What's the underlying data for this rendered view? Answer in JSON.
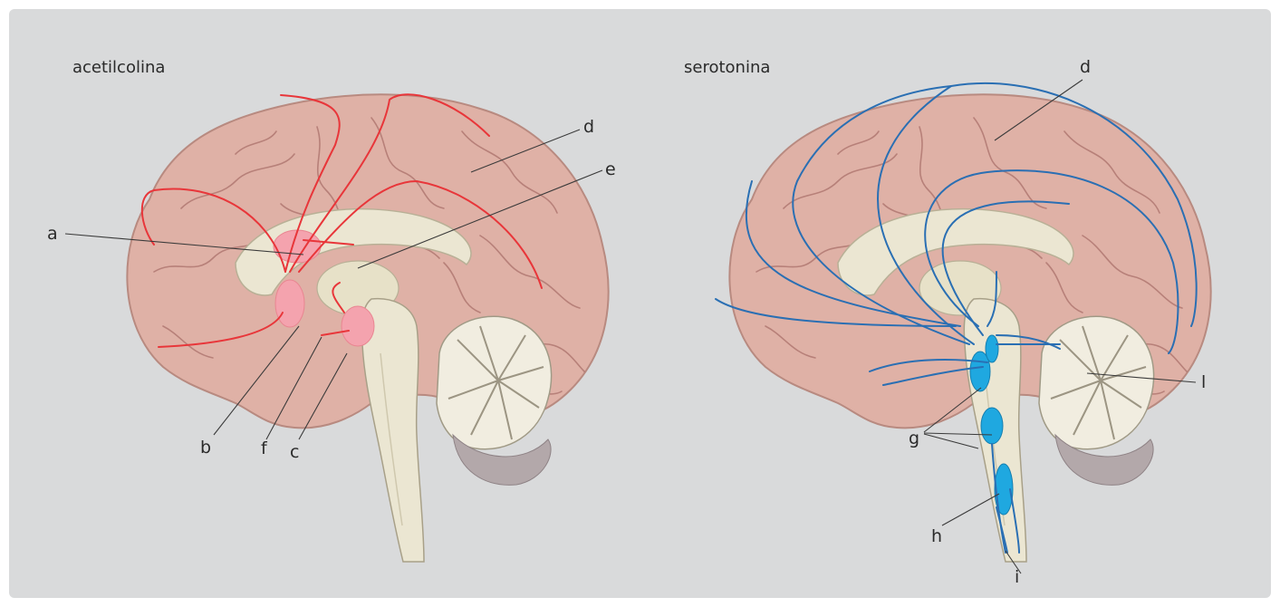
{
  "panels": [
    {
      "title": "acetilcolina",
      "labels": {
        "a": "a",
        "b": "b",
        "c": "c",
        "d": "d",
        "e": "e",
        "f": "f"
      }
    },
    {
      "title": "serotonina",
      "labels": {
        "d": "d",
        "l": "l",
        "g": "g",
        "h": "h",
        "i": "i"
      }
    }
  ],
  "colors": {
    "background": "#d9dadb",
    "cortex": "#dfb1a6",
    "white_matter": "#ebe6d2",
    "acetylcholine_pathways": "#e8363a",
    "acetylcholine_nuclei": "#f4a3ae",
    "serotonin_pathways": "#2a6fb3",
    "serotonin_nuclei": "#1fa8e0"
  }
}
